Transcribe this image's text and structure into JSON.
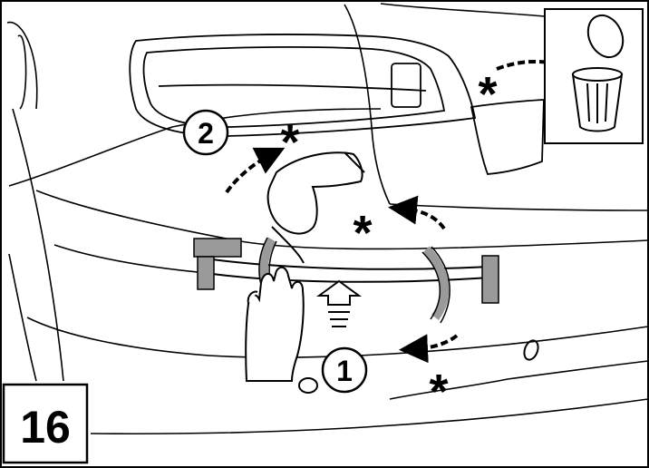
{
  "step": {
    "number": "16"
  },
  "callouts": {
    "one": "1",
    "two": "2"
  },
  "marks": {
    "asterisk": "*"
  },
  "colors": {
    "ink": "#000000",
    "paper": "#ffffff",
    "tape": "#8a8a8a",
    "tape_light": "#b5b5b5"
  },
  "icons": {
    "bin": "waste-bin-icon",
    "arrow_up": "upward-arrow-icon",
    "arrow_curved": "curved-dashed-arrow-icon"
  }
}
